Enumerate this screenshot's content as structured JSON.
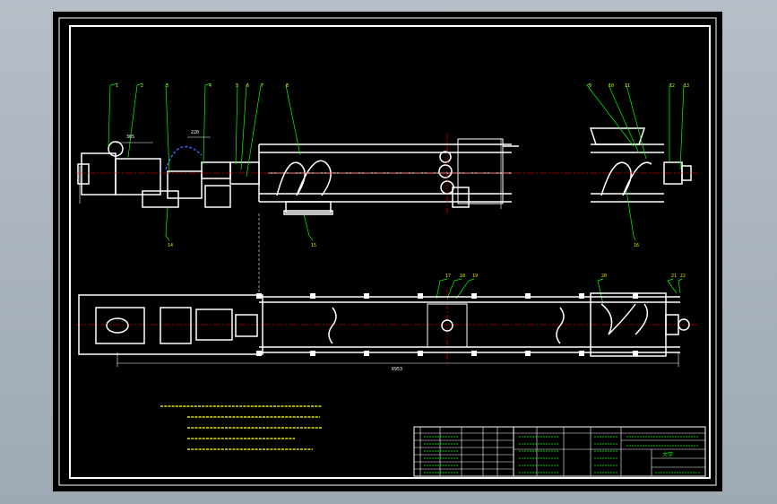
{
  "drawing": {
    "balloons_top": [
      "1",
      "2",
      "3",
      "4",
      "5",
      "6",
      "7",
      "8",
      "9",
      "10",
      "11",
      "12",
      "13"
    ],
    "balloons_lower_top": [
      "14",
      "15",
      "16"
    ],
    "balloons_plan": [
      "17",
      "18",
      "19",
      "20",
      "21",
      "22"
    ],
    "dimensions": {
      "elevation_left": "305",
      "elevation_mid": "220",
      "plan_overall": "6953"
    },
    "title_block": {
      "company_short": "大学"
    }
  },
  "colors": {
    "background": "#000000",
    "geometry": "#ffffff",
    "leaders": "#00ff00",
    "centerlines": "#ff0000",
    "dimensions": "#ffffff",
    "notes": "#e8e800",
    "hidden": "#0040ff"
  }
}
